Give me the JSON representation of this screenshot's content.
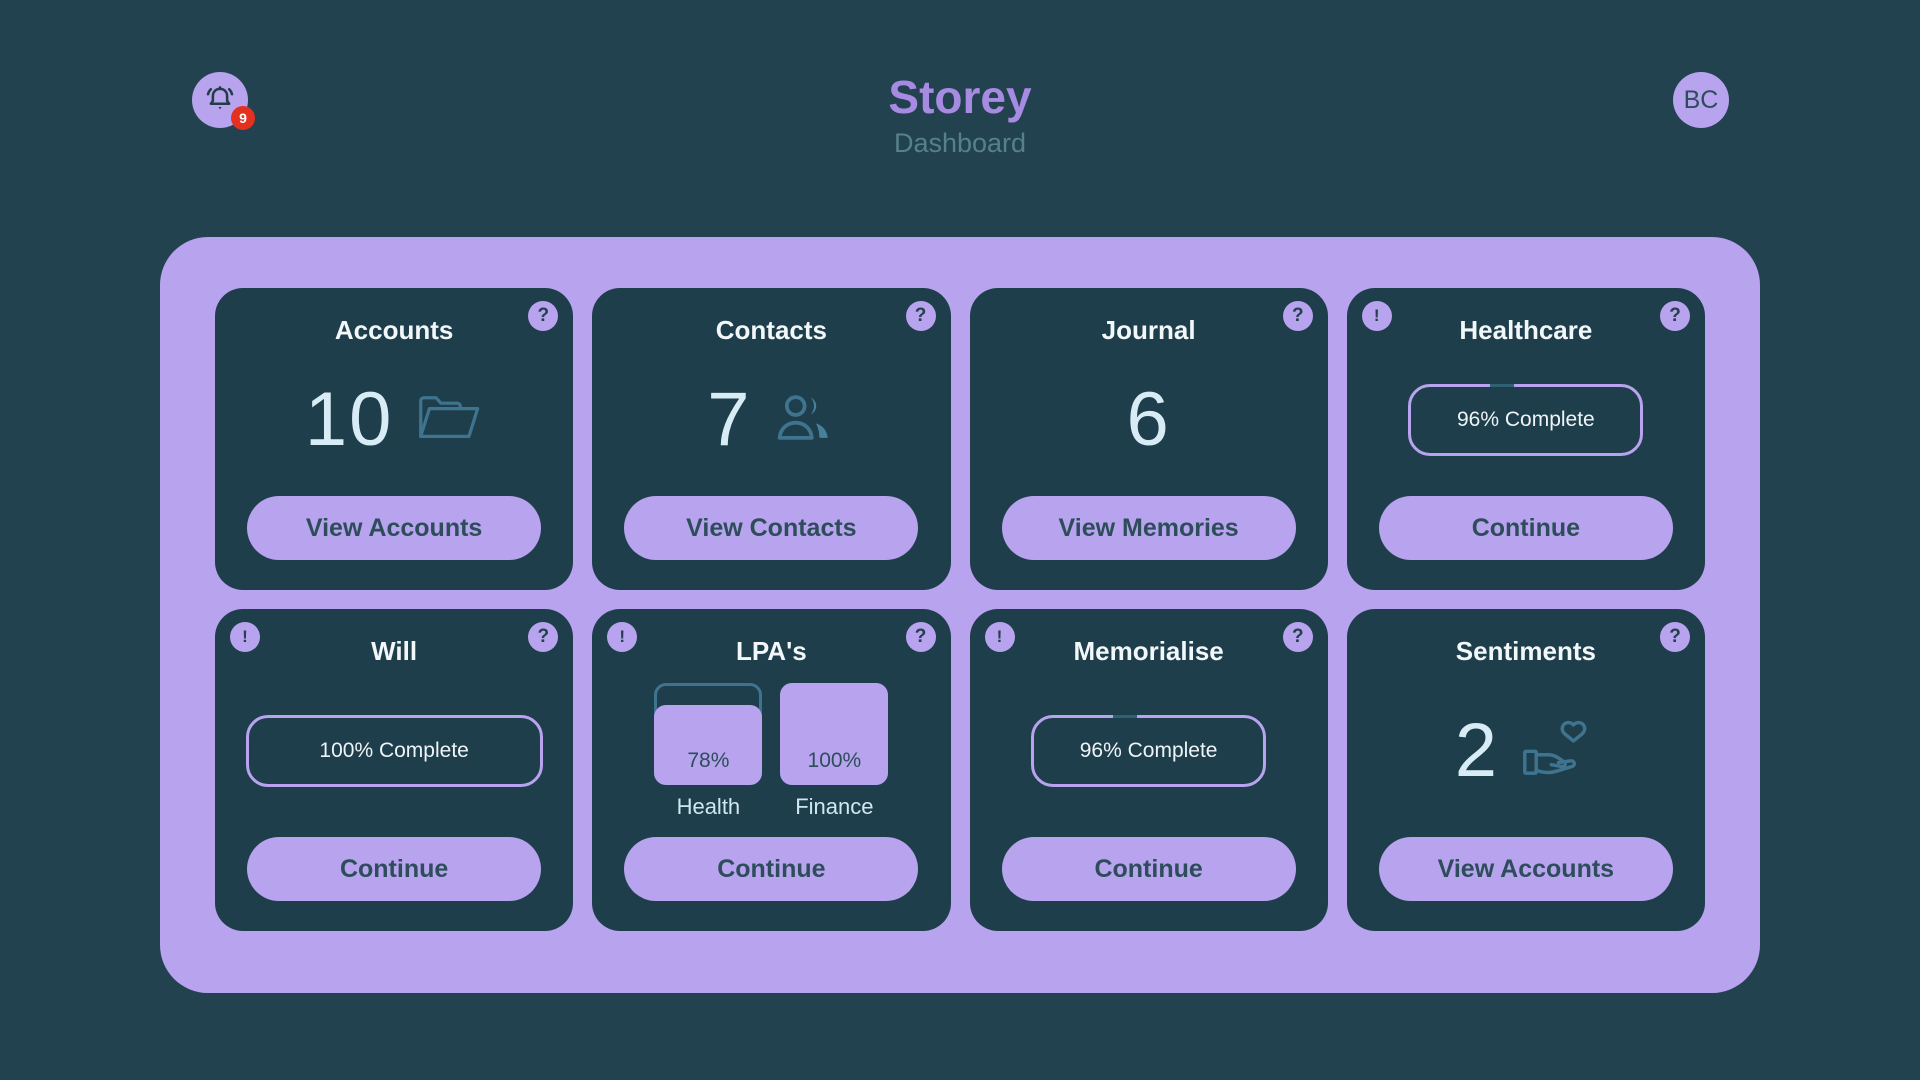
{
  "header": {
    "title": "Storey",
    "subtitle": "Dashboard",
    "avatar_initials": "BC",
    "notification_count": "9"
  },
  "glyphs": {
    "help": "?",
    "alert": "!"
  },
  "colors": {
    "background": "#23424f",
    "card_background": "#1f3e4b",
    "accent_purple": "#b7a3ee",
    "title_purple": "#a78be2",
    "subtitle_teal": "#57808f",
    "number_pale_blue": "#d8ecf6",
    "icon_steel_blue": "#3f7490",
    "badge_red": "#e3301f",
    "dark_text_on_purple": "#2e4d5b"
  },
  "cards": {
    "accounts": {
      "title": "Accounts",
      "count": "10",
      "icon": "folder-icon",
      "button": "View Accounts"
    },
    "contacts": {
      "title": "Contacts",
      "count": "7",
      "icon": "people-icon",
      "button": "View Contacts"
    },
    "journal": {
      "title": "Journal",
      "count": "6",
      "button": "View Memories"
    },
    "healthcare": {
      "title": "Healthcare",
      "progress_label": "96% Complete",
      "percent": 96,
      "button": "Continue"
    },
    "will": {
      "title": "Will",
      "progress_label": "100% Complete",
      "percent": 100,
      "button": "Continue"
    },
    "lpas": {
      "title": "LPA's",
      "bars": [
        {
          "label": "Health",
          "value": "78%",
          "percent": 78
        },
        {
          "label": "Finance",
          "value": "100%",
          "percent": 100
        }
      ],
      "button": "Continue"
    },
    "memorialise": {
      "title": "Memorialise",
      "progress_label": "96% Complete",
      "percent": 96,
      "button": "Continue"
    },
    "sentiments": {
      "title": "Sentiments",
      "count": "2",
      "icon": "hand-heart-icon",
      "button": "View Accounts"
    }
  }
}
